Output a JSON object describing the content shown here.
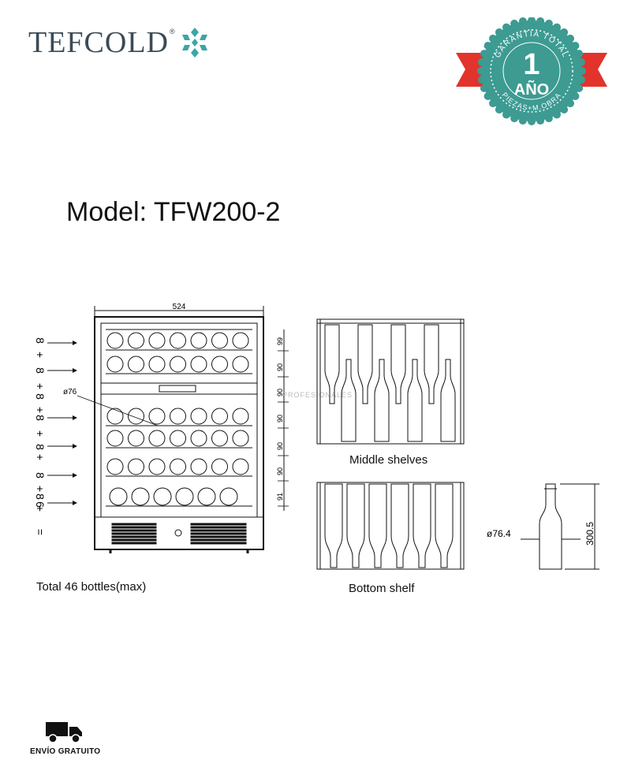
{
  "brand": {
    "name": "TEFCOLD",
    "reg_mark": "®"
  },
  "warranty_badge": {
    "top_text": "GARANTÍA TOTAL",
    "number": "1",
    "unit": "AÑO",
    "bottom_text": "PIEZAS+M.OBRA",
    "color": "#3d9b92",
    "ribbon_color": "#e2332c"
  },
  "model_title": "Model: TFW200-2",
  "cabinet": {
    "width_label": "524",
    "diameter_label": "ø76",
    "shelf_heights": [
      "99",
      "90",
      "90",
      "90",
      "90",
      "90",
      "91"
    ],
    "row_formulas": [
      "8",
      "+",
      "8",
      "+",
      "8",
      "+",
      "8",
      "+",
      "8",
      "+",
      "8",
      "+",
      "8",
      "+",
      "6",
      "="
    ],
    "total_label": "Total 46 bottles(max)"
  },
  "middle_shelves": {
    "caption": "Middle shelves"
  },
  "bottom_shelf": {
    "caption": "Bottom shelf"
  },
  "bottle": {
    "diameter_label": "ø76.4",
    "height_label": "300.5"
  },
  "watermark": "PROFESIONALES",
  "shipping": {
    "label": "ENVÍO GRATUITO",
    "icon": "truck-icon"
  }
}
